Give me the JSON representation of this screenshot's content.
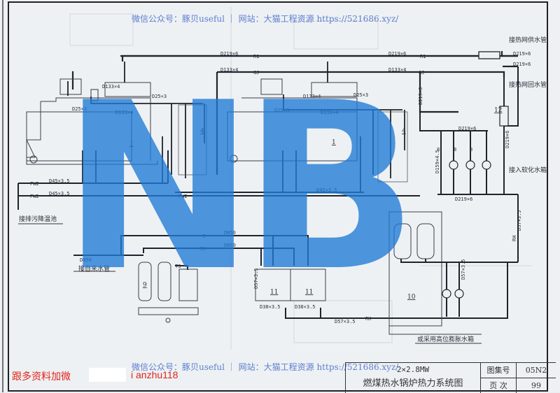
{
  "watermark": {
    "top": "微信公众号：豚贝useful ｜ 网站：大猫工程资源 https://521686.xyz/",
    "bottom": "微信公众号：豚贝useful ｜ 网站：大猫工程资源 https://521686.xyz/",
    "overlay": "NB",
    "overlay_color": "#1f7ad6"
  },
  "contact_note": {
    "text": "跟多资料加微",
    "id": "i anzhu118",
    "color": "#e2231a"
  },
  "title_block": {
    "title_line1": "2×2.8MW",
    "title_line2": "燃煤热水锅炉热力系统图",
    "atlas_label": "图集号",
    "atlas_value": "05N2",
    "page_label": "页 次",
    "page_value": "99"
  },
  "diagram": {
    "callouts": {
      "supply_net": "接热网供水管",
      "return_net": "接热网回水管",
      "softened_tank": "接入软化水箱",
      "sewage": "接排污降温池",
      "tap_water": "接自来水管",
      "high_tank": "或采用高位膨胀水箱"
    },
    "pipe_labels": {
      "d219_6": "D219×6",
      "d133_4": "D133×4",
      "d25_3": "D25×3",
      "d45_35": "D45×3.5",
      "d159_45": "D159×4.5",
      "d57_35": "D57×3.5",
      "d38_35": "D38×3.5",
      "dn50": "DN50"
    },
    "line_codes": {
      "r1": "R1",
      "gj": "GJ",
      "r2": "R2",
      "pw2": "PW2",
      "s": "S",
      "rh": "RH",
      "ts": "TS",
      "pt": "PT"
    },
    "equipment_numbers": {
      "boiler": "1",
      "unit4": "4",
      "softener": "9",
      "tank": "11",
      "pressurizer": "10",
      "exchanger": "12",
      "pump": "8"
    }
  }
}
